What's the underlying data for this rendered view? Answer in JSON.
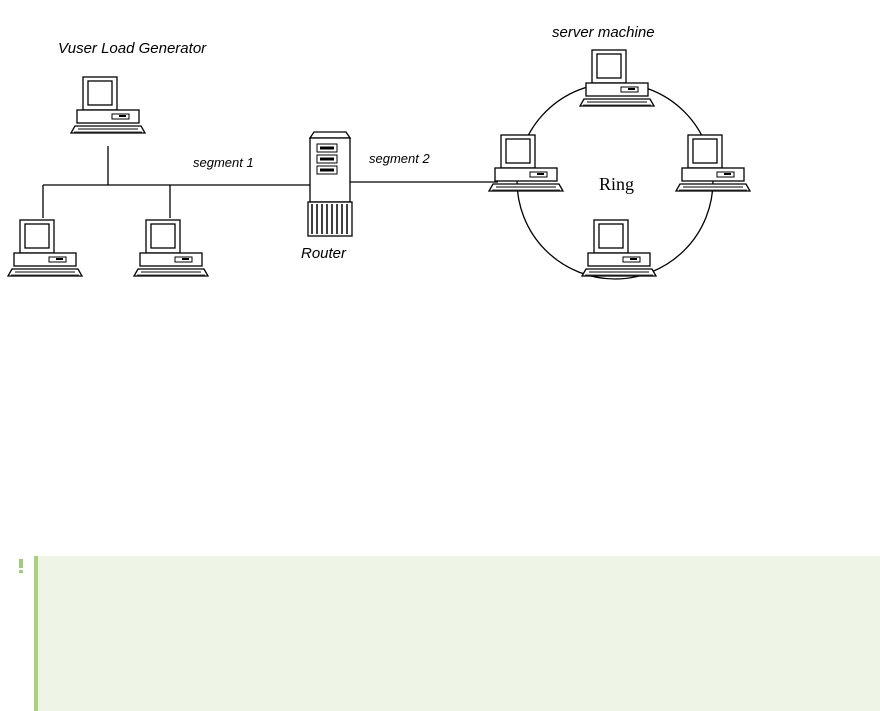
{
  "diagram": {
    "labels": {
      "vuser_load_generator": "Vuser Load Generator",
      "server_machine": "server machine",
      "segment1": "segment 1",
      "segment2": "segment 2",
      "router": "Router",
      "ring": "Ring"
    },
    "icons": [
      "computer-icon",
      "router-icon"
    ]
  },
  "note": {
    "icon": "exclamation-icon",
    "accent_color": "#a8d07d",
    "background_color": "#eef5e7"
  }
}
